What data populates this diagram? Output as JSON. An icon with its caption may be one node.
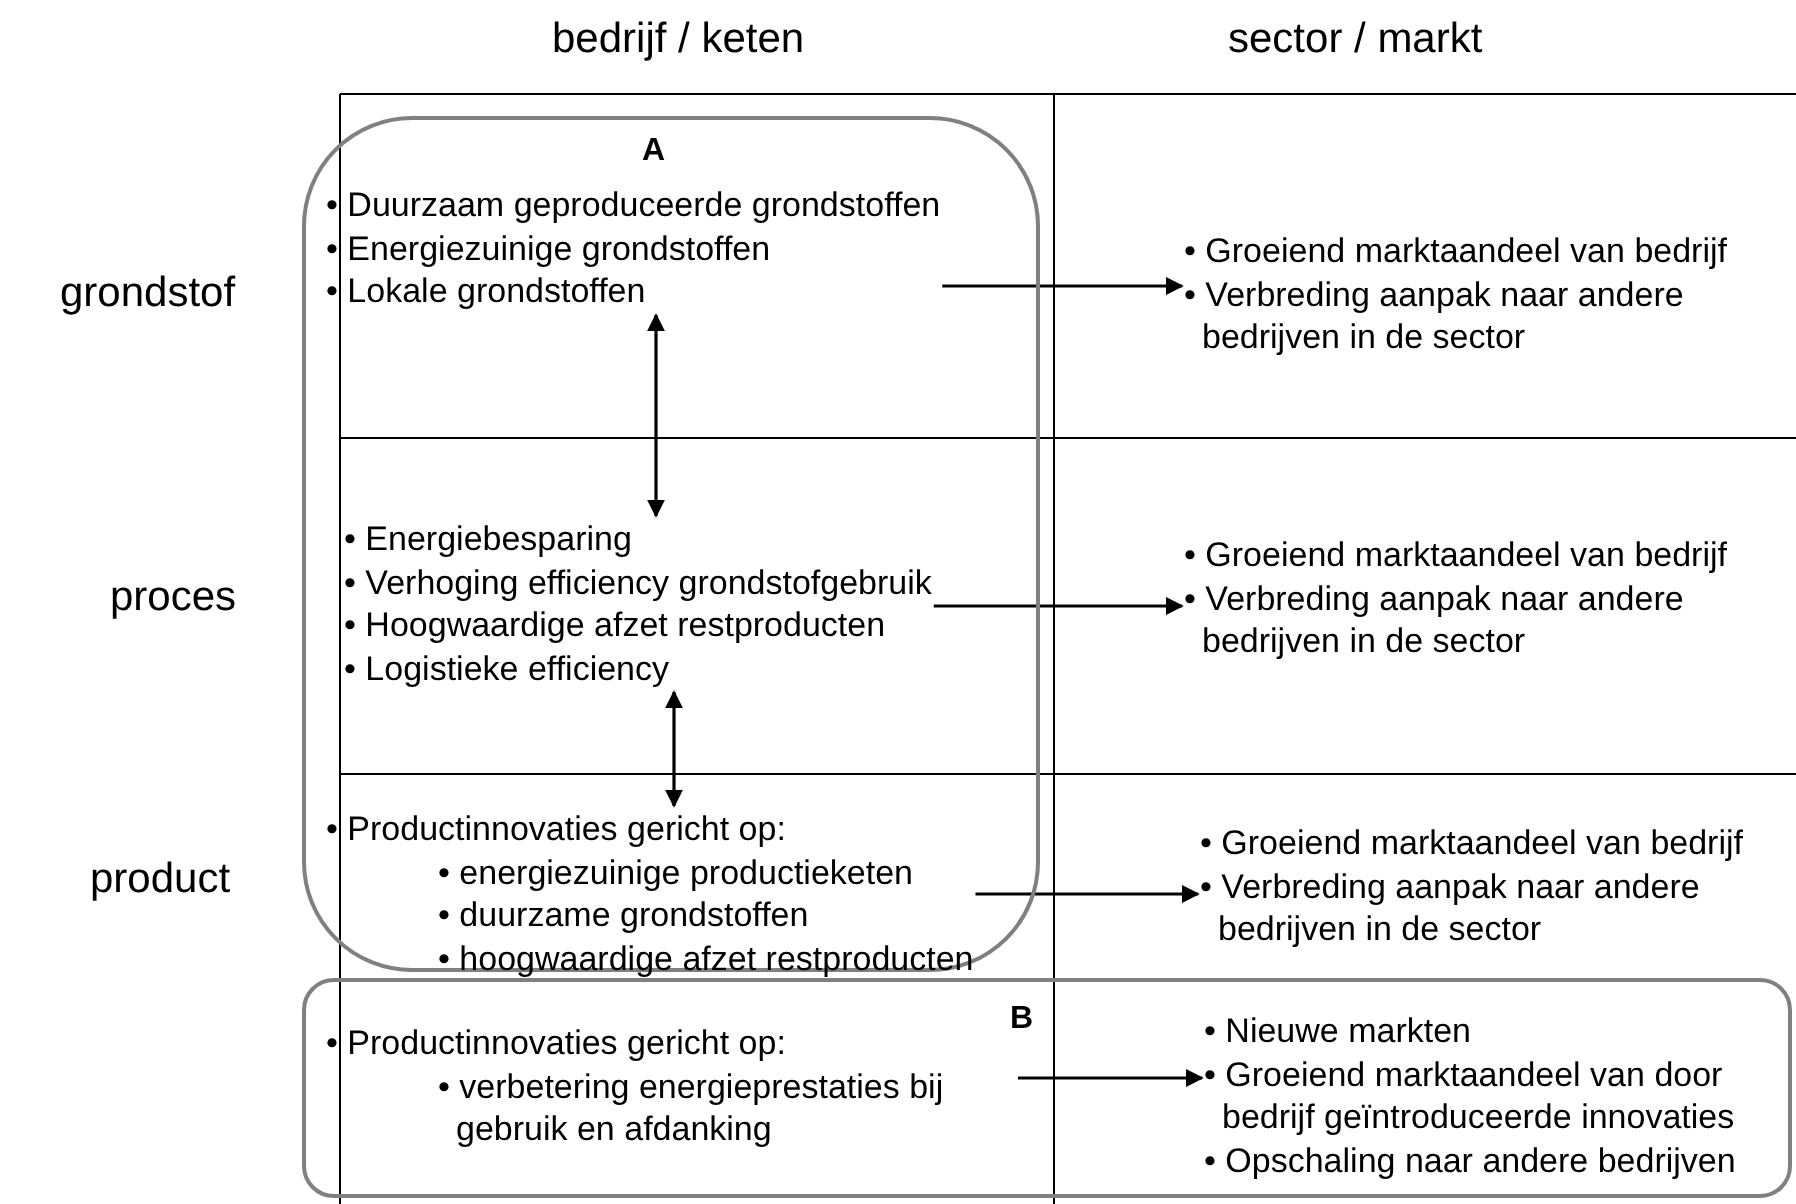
{
  "diagram": {
    "nodes": [
      {
        "text": [
          "A"
        ]
      },
      {
        "text": [
          "• Duurzaam geproduceerde grondstoffen",
          "• Energiezuinige grondstoffen",
          "• Lokale grondstoffen"
        ],
        "in": 0
      },
      {
        "text": [
          "• Energiebesparing",
          "• Verhoging efficiency grondstofgebruik",
          "• Hoogwaardige afzet restproducten",
          "• Logistieke efficiency"
        ],
        "in": 0
      },
      {
        "text": [
          "• Productinnovaties gericht op:",
          "• energiezuinige productieketen",
          "• duurzame grondstoffen",
          "• hoogwaardige afzet restproducten"
        ],
        "in": 0
      },
      {
        "text": [
          "• Groeiend marktaandeel van bedrijf",
          "• Verbreding aanpak naar andere bedrijven in de sector"
        ]
      },
      {
        "text": [
          "• Groeiend marktaandeel van bedrijf",
          "• Verbreding aanpak naar andere bedrijven in de sector"
        ]
      },
      {
        "text": [
          "• Groeiend marktaandeel van bedrijf",
          "• Verbreding aanpak naar andere bedrijven in de sector"
        ]
      },
      {
        "text": [
          "B"
        ]
      },
      {
        "text": [
          "• Productinnovaties gericht op:",
          "• verbetering energieprestaties bij gebruik en afdanking"
        ],
        "in": 7
      },
      {
        "text": [
          "• Nieuwe markten",
          "• Groeiend marktaandeel van door bedrijf geïntroduceerde innovaties",
          "• Opschaling naar andere bedrijven"
        ],
        "in": 7
      }
    ],
    "edges": [
      {
        "from": 1,
        "to": 2,
        "arrow": "both"
      },
      {
        "from": 2,
        "to": 3,
        "arrow": "both"
      },
      {
        "from": 1,
        "to": 4,
        "arrow": "to"
      },
      {
        "from": 2,
        "to": 5,
        "arrow": "to"
      },
      {
        "from": 3,
        "to": 6,
        "arrow": "to"
      },
      {
        "from": 8,
        "to": 9,
        "arrow": "to"
      }
    ],
    "labels": [
      "bedrijf / keten",
      "sector / markt",
      "grondstof",
      "proces",
      "product"
    ]
  }
}
